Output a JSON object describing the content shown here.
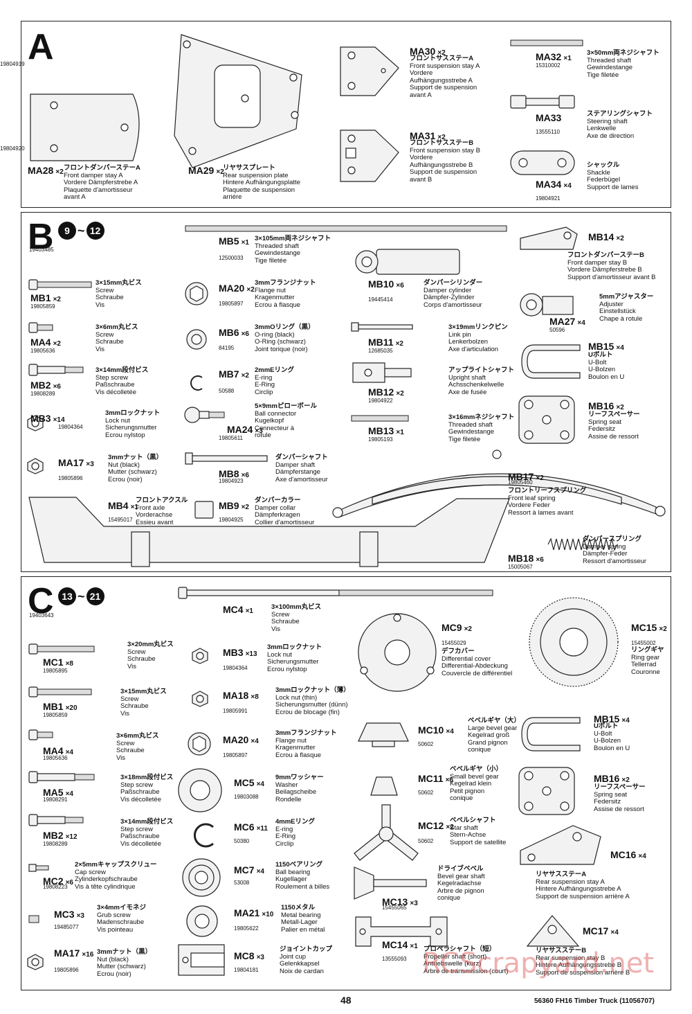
{
  "sections": {
    "A": {
      "letter": "A"
    },
    "B": {
      "letter": "B",
      "step_from": "9",
      "step_to": "12",
      "tilde": "~",
      "code": "19403485"
    },
    "C": {
      "letter": "C",
      "step_from": "13",
      "step_to": "21",
      "tilde": "~",
      "code": "19403643"
    }
  },
  "parts": [
    {
      "id": "MA28",
      "code": "MA28",
      "qty": "×2",
      "num": "",
      "lines": [
        "フロントダンパーステーA",
        "Front damper stay A",
        "Vordere Dämpferstrebe A",
        "Plaquette d'amortisseur",
        "avant A"
      ]
    },
    {
      "id": "MA29",
      "code": "MA29",
      "qty": "×2",
      "num": "",
      "lines": [
        "リヤサスプレート",
        "Rear suspension plate",
        "Hintere Aufhängungsplatte",
        "Plaquette de suspension",
        "arrière"
      ]
    },
    {
      "id": "MA30",
      "code": "MA30",
      "qty": "×2",
      "num": "19804919",
      "lines": [
        "フロントサスステーA",
        "Front suspension stay A",
        "Vordere",
        "Aufhängungsstrebe A",
        "Support de suspension",
        "avant A"
      ]
    },
    {
      "id": "MA31",
      "code": "MA31",
      "qty": "×2",
      "num": "19804920",
      "lines": [
        "フロントサスステーB",
        "Front suspension stay B",
        "Vordere",
        "Aufhängungsstrebe B",
        "Support de suspension",
        "avant B"
      ]
    },
    {
      "id": "MA32",
      "code": "MA32",
      "qty": "×1",
      "num": "15310002",
      "lines": [
        "3×50mm両ネジシャフト",
        "Threaded shaft",
        "Gewindestange",
        "Tige filetée"
      ]
    },
    {
      "id": "MA33",
      "code": "MA33",
      "qty": "",
      "num": "13555110",
      "lines": [
        "ステアリングシャフト",
        "Steering shaft",
        "Lenkwelle",
        "Axe de direction"
      ]
    },
    {
      "id": "MA34",
      "code": "MA34",
      "qty": "×4",
      "num": "19804921",
      "lines": [
        "シャックル",
        "Shackle",
        "Federbügel",
        "Support de lames"
      ]
    },
    {
      "id": "MB1",
      "code": "MB1",
      "qty": "×2",
      "num": "19805859",
      "lines": [
        "3×15mm丸ビス",
        "Screw",
        "Schraube",
        "Vis"
      ]
    },
    {
      "id": "MA4b",
      "code": "MA4",
      "qty": "×2",
      "num": "19805636",
      "lines": [
        "3×6mm丸ビス",
        "Screw",
        "Schraube",
        "Vis"
      ]
    },
    {
      "id": "MB2b",
      "code": "MB2",
      "qty": "×6",
      "num": "19808289",
      "lines": [
        "3×14mm段付ビス",
        "Step screw",
        "Paßschraube",
        "Vis décolletée"
      ]
    },
    {
      "id": "MB3b",
      "code": "MB3",
      "qty": "×14",
      "num": "19804364",
      "lines": [
        "3mmロックナット",
        "Lock nut",
        "Sicherungsmutter",
        "Ecrou nylstop"
      ]
    },
    {
      "id": "MA17b",
      "code": "MA17",
      "qty": "×3",
      "num": "19805896",
      "lines": [
        "3mmナット（黒）",
        "Nut (black)",
        "Mutter (schwarz)",
        "Ecrou (noir)"
      ]
    },
    {
      "id": "MB4",
      "code": "MB4",
      "qty": "×1",
      "num": "15495017",
      "lines": [
        "フロントアクスル",
        "Front axle",
        "Vorderachse",
        "Essieu avant"
      ]
    },
    {
      "id": "MB5",
      "code": "MB5",
      "qty": "×1",
      "num": "12500033",
      "lines": [
        "3×105mm両ネジシャフト",
        "Threaded shaft",
        "Gewindestange",
        "Tige filetée"
      ]
    },
    {
      "id": "MA20b",
      "code": "MA20",
      "qty": "×2",
      "num": "19805897",
      "lines": [
        "3mmフランジナット",
        "Flange nut",
        "Kragenmutter",
        "Ecrou à flasque"
      ]
    },
    {
      "id": "MB6",
      "code": "MB6",
      "qty": "×6",
      "num": "84195",
      "lines": [
        "3mmOリング（黒）",
        "O-ring (black)",
        "O-Ring (schwarz)",
        "Joint torique (noir)"
      ]
    },
    {
      "id": "MB7",
      "code": "MB7",
      "qty": "×2",
      "num": "50588",
      "lines": [
        "2mmEリング",
        "E-ring",
        "E-Ring",
        "Circlip"
      ]
    },
    {
      "id": "MA24",
      "code": "MA24",
      "qty": "×3",
      "num": "19805611",
      "lines": [
        "5×9mmピローボール",
        "Ball connector",
        "Kugelkopf",
        "Connecteur à",
        "rotule"
      ]
    },
    {
      "id": "MB8",
      "code": "MB8",
      "qty": "×6",
      "num": "19804923",
      "lines": [
        "ダンパーシャフト",
        "Damper shaft",
        "Dämpferstange",
        "Axe d'amortisseur"
      ]
    },
    {
      "id": "MB9",
      "code": "MB9",
      "qty": "×2",
      "num": "19804925",
      "lines": [
        "ダンパーカラー",
        "Damper collar",
        "Dämpferkragen",
        "Collier d'amortisseur"
      ]
    },
    {
      "id": "MB10",
      "code": "MB10",
      "qty": "×6",
      "num": "19445414",
      "lines": [
        "ダンパーシリンダー",
        "Damper cylinder",
        "Dämpfer-Zylinder",
        "Corps d'amortisseur"
      ]
    },
    {
      "id": "MB11",
      "code": "MB11",
      "qty": "×2",
      "num": "12685035",
      "lines": [
        "3×19mmリンクピン",
        "Link pin",
        "Lenkerbolzen",
        "Axe d'articulation"
      ]
    },
    {
      "id": "MB12",
      "code": "MB12",
      "qty": "×2",
      "num": "19804922",
      "lines": [
        "アップライトシャフト",
        "Upright shaft",
        "Achsschenkelwelle",
        "Axe de fusée"
      ]
    },
    {
      "id": "MB13",
      "code": "MB13",
      "qty": "×1",
      "num": "19805193",
      "lines": [
        "3×16mmネジシャフト",
        "Threaded shaft",
        "Gewindestange",
        "Tige filetée"
      ]
    },
    {
      "id": "MB14",
      "code": "MB14",
      "qty": "×2",
      "num": "",
      "lines": [
        "フロントダンパーステーB",
        "Front damper stay B",
        "Vordere Dämpferstrebe B",
        "Support d'amortisseur avant B"
      ]
    },
    {
      "id": "MA27",
      "code": "MA27",
      "qty": "×4",
      "num": "50596",
      "lines": [
        "5mmアジャスター",
        "Adjuster",
        "Einstellstück",
        "Chape à rotule"
      ]
    },
    {
      "id": "MB15b",
      "code": "MB15",
      "qty": "×4",
      "num": "",
      "lines": [
        "Uボルト",
        "U-Bolt",
        "U-Bolzen",
        "Boulon en U"
      ]
    },
    {
      "id": "MB16b",
      "code": "MB16",
      "qty": "×2",
      "num": "",
      "lines": [
        "リーフスペーサー",
        "Spring seat",
        "Federsitz",
        "Assise de ressort"
      ]
    },
    {
      "id": "MB17",
      "code": "MB17",
      "qty": "×2",
      "num": "19805460",
      "lines": [
        "フロントリーフスプリング",
        "Front leaf spring",
        "Vordere Feder",
        "Ressort à lames avant"
      ]
    },
    {
      "id": "MB18",
      "code": "MB18",
      "qty": "×6",
      "num": "15005067",
      "lines": [
        "ダンパースプリング",
        "Damper spring",
        "Dämpfer-Feder",
        "Ressort d'amortisseur"
      ]
    },
    {
      "id": "MC1",
      "code": "MC1",
      "qty": "×8",
      "num": "19805895",
      "lines": [
        "3×20mm丸ビス",
        "Screw",
        "Schraube",
        "Vis"
      ]
    },
    {
      "id": "MB1c",
      "code": "MB1",
      "qty": "×20",
      "num": "19805859",
      "lines": [
        "3×15mm丸ビス",
        "Screw",
        "Schraube",
        "Vis"
      ]
    },
    {
      "id": "MA4c",
      "code": "MA4",
      "qty": "×4",
      "num": "19805636",
      "lines": [
        "3×6mm丸ビス",
        "Screw",
        "Schraube",
        "Vis"
      ]
    },
    {
      "id": "MA5",
      "code": "MA5",
      "qty": "×4",
      "num": "19808291",
      "lines": [
        "3×18mm段付ビス",
        "Step screw",
        "Paßschraube",
        "Vis décolletée"
      ]
    },
    {
      "id": "MB2c",
      "code": "MB2",
      "qty": "×12",
      "num": "19808289",
      "lines": [
        "3×14mm段付ビス",
        "Step screw",
        "Paßschraube",
        "Vis décolletée"
      ]
    },
    {
      "id": "MC2",
      "code": "MC2",
      "qty": "×6",
      "num": "19808223",
      "lines": [
        "2×5mmキャップスクリュー",
        "Cap screw",
        "Zylinderkopfschraube",
        "Vis à tête cylindrique"
      ]
    },
    {
      "id": "MC3",
      "code": "MC3",
      "qty": "×3",
      "num": "19485077",
      "lines": [
        "3×4mmイモネジ",
        "Grub screw",
        "Madenschraube",
        "Vis pointeau"
      ]
    },
    {
      "id": "MA17c",
      "code": "MA17",
      "qty": "×16",
      "num": "19805896",
      "lines": [
        "3mmナット（黒）",
        "Nut (black)",
        "Mutter (schwarz)",
        "Ecrou (noir)"
      ]
    },
    {
      "id": "MC4",
      "code": "MC4",
      "qty": "×1",
      "num": "",
      "lines": [
        "3×100mm丸ビス",
        "Screw",
        "Schraube",
        "Vis"
      ]
    },
    {
      "id": "MB3c",
      "code": "MB3",
      "qty": "×13",
      "num": "19804364",
      "lines": [
        "3mmロックナット",
        "Lock nut",
        "Sicherungsmutter",
        "Ecrou nylstop"
      ]
    },
    {
      "id": "MA18",
      "code": "MA18",
      "qty": "×8",
      "num": "19805991",
      "lines": [
        "3mmロックナット（薄）",
        "Lock nut (thin)",
        "Sicherungsmutter (dünn)",
        "Ecrou de blocage (fin)"
      ]
    },
    {
      "id": "MA20c",
      "code": "MA20",
      "qty": "×4",
      "num": "19805897",
      "lines": [
        "3mmフランジナット",
        "Flange nut",
        "Kragenmutter",
        "Ecrou à flasque"
      ]
    },
    {
      "id": "MC5",
      "code": "MC5",
      "qty": "×4",
      "num": "19803088",
      "lines": [
        "9mmワッシャー",
        "Washer",
        "Beilagscheibe",
        "Rondelle"
      ]
    },
    {
      "id": "MC6",
      "code": "MC6",
      "qty": "×11",
      "num": "50380",
      "lines": [
        "4mmEリング",
        "E-ring",
        "E-Ring",
        "Circlip"
      ]
    },
    {
      "id": "MC7",
      "code": "MC7",
      "qty": "×4",
      "num": "53008",
      "lines": [
        "1150ベアリング",
        "Ball bearing",
        "Kugellager",
        "Roulement à billes"
      ]
    },
    {
      "id": "MA21",
      "code": "MA21",
      "qty": "×10",
      "num": "19805622",
      "lines": [
        "1150メタル",
        "Metal bearing",
        "Metall-Lager",
        "Palier en métal"
      ]
    },
    {
      "id": "MC8",
      "code": "MC8",
      "qty": "×3",
      "num": "19804181",
      "lines": [
        "ジョイントカップ",
        "Joint cup",
        "Gelenkkapsel",
        "Noix de cardan"
      ]
    },
    {
      "id": "MC9",
      "code": "MC9",
      "qty": "×2",
      "num": "15455029",
      "lines": [
        "デフカバー",
        "Differential cover",
        "Differential-Abdeckung",
        "Couvercle de différentiel"
      ]
    },
    {
      "id": "MC10",
      "code": "MC10",
      "qty": "×4",
      "num": "50602",
      "lines": [
        "ベベルギヤ（大）",
        "Large bevel gear",
        "Kegelrad groß",
        "Grand pignon",
        "conique"
      ]
    },
    {
      "id": "MC11",
      "code": "MC11",
      "qty": "×6",
      "num": "50602",
      "lines": [
        "ベベルギヤ（小）",
        "Small bevel gear",
        "Kegelrad klein",
        "Petit pignon",
        "conique"
      ]
    },
    {
      "id": "MC12",
      "code": "MC12",
      "qty": "×2",
      "num": "50602",
      "lines": [
        "ベベルシャフト",
        "Star shaft",
        "Stern-Achse",
        "Support de satellite"
      ]
    },
    {
      "id": "MC13",
      "code": "MC13",
      "qty": "×3",
      "num": "15455065",
      "lines": [
        "ドライブベベル",
        "Bevel gear shaft",
        "Kegelradachse",
        "Arbre de pignon",
        "conique"
      ]
    },
    {
      "id": "MC14",
      "code": "MC14",
      "qty": "×1",
      "num": "13555093",
      "lines": [
        "プロペラシャフト（短）",
        "Propeller shaft (short)",
        "Antriebswelle (kurz)",
        "Arbre de transmission (court)"
      ]
    },
    {
      "id": "MC15",
      "code": "MC15",
      "qty": "×2",
      "num": "15455002",
      "lines": [
        "リングギヤ",
        "Ring gear",
        "Tellerrad",
        "Couronne"
      ]
    },
    {
      "id": "MB15c",
      "code": "MB15",
      "qty": "×4",
      "num": "",
      "lines": [
        "Uボルト",
        "U-Bolt",
        "U-Bolzen",
        "Boulon en U"
      ]
    },
    {
      "id": "MB16c",
      "code": "MB16",
      "qty": "×2",
      "num": "",
      "lines": [
        "リーフスペーサー",
        "Spring seat",
        "Federsitz",
        "Assise de ressort"
      ]
    },
    {
      "id": "MC16",
      "code": "MC16",
      "qty": "×4",
      "num": "",
      "lines": [
        "リヤサスステーA",
        "Rear suspension stay A",
        "Hintere Aufhängungsstrebe A",
        "Support de suspension arrière A"
      ]
    },
    {
      "id": "MC17",
      "code": "MC17",
      "qty": "×4",
      "num": "",
      "lines": [
        "リヤサスステーB",
        "Rear suspension stay B",
        "Hintere Aufhängungsstrebe B",
        "Support de suspension arrière B"
      ]
    }
  ],
  "footer": {
    "page": "48",
    "title": "56360 FH16 Timber Truck (11056707)"
  },
  "watermark": "RCScrapyard.net"
}
